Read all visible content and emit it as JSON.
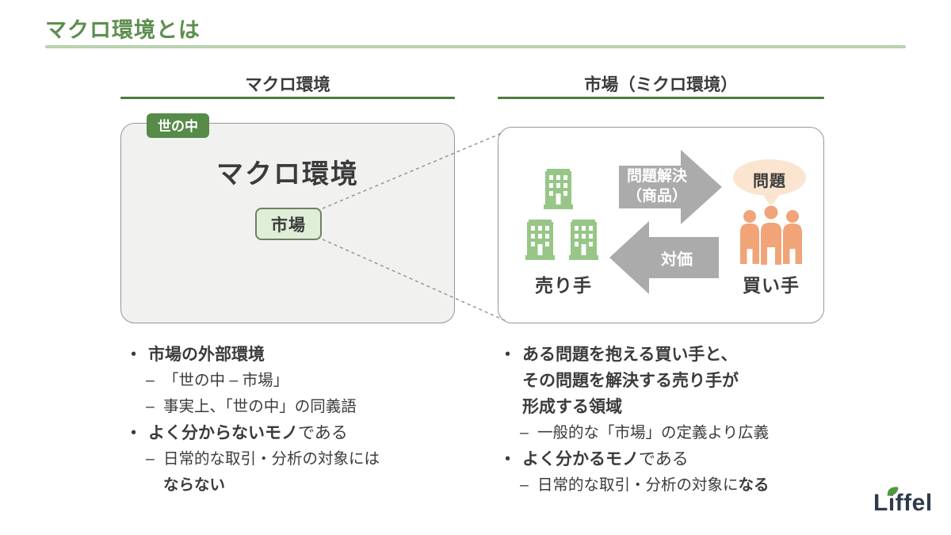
{
  "page_title": "マクロ環境とは",
  "diagram": {
    "left": {
      "header": "マクロ環境",
      "tag": "世の中",
      "title": "マクロ環境",
      "market": "市場"
    },
    "right": {
      "header": "市場（ミクロ環境）",
      "seller": "売り手",
      "buyer": "買い手",
      "arrow_give_line1": "問題解決",
      "arrow_give_line2": "（商品）",
      "arrow_return": "対価",
      "bubble": "問題"
    }
  },
  "bullets": {
    "left": [
      {
        "marker": "・",
        "bold": "市場の外部環境",
        "normal": ""
      },
      {
        "marker": "–",
        "normal": "「世の中 – 市場」"
      },
      {
        "marker": "–",
        "normal": "事実上、「世の中」の同義語"
      },
      {
        "marker": "・",
        "bold": "よく分からないモノ",
        "normal": "である"
      },
      {
        "marker": "–",
        "normal": "日常的な取引・分析の対象には",
        "bold_tail": "ならない"
      }
    ],
    "right": [
      {
        "marker": "・",
        "line1": "ある問題を抱える買い手と、",
        "line2": "その問題を解決する売り手が",
        "line3": "形成する領域"
      },
      {
        "marker": "–",
        "normal": "一般的な「市場」の定義より広義"
      },
      {
        "marker": "・",
        "bold": "よく分かるモノ",
        "normal": "である"
      },
      {
        "marker": "–",
        "normal": "日常的な取引・分析の対象に",
        "bold_tail": "なる"
      }
    ]
  },
  "logo": {
    "text": "Liffel"
  },
  "colors": {
    "accent_green": "#5c8f4e",
    "title_underline": "#b9d2ae",
    "column_underline": "#4e7c3c",
    "tag_green": "#568b49",
    "market_chip_fill": "#dfeed6",
    "building_green": "#97c687",
    "people_orange": "#f0a478",
    "bubble_peach": "#fbe5d0",
    "arrow_gray": "#ababab",
    "logo_navy": "#2f3b4c",
    "leaf_green": "#4f9a3d"
  }
}
